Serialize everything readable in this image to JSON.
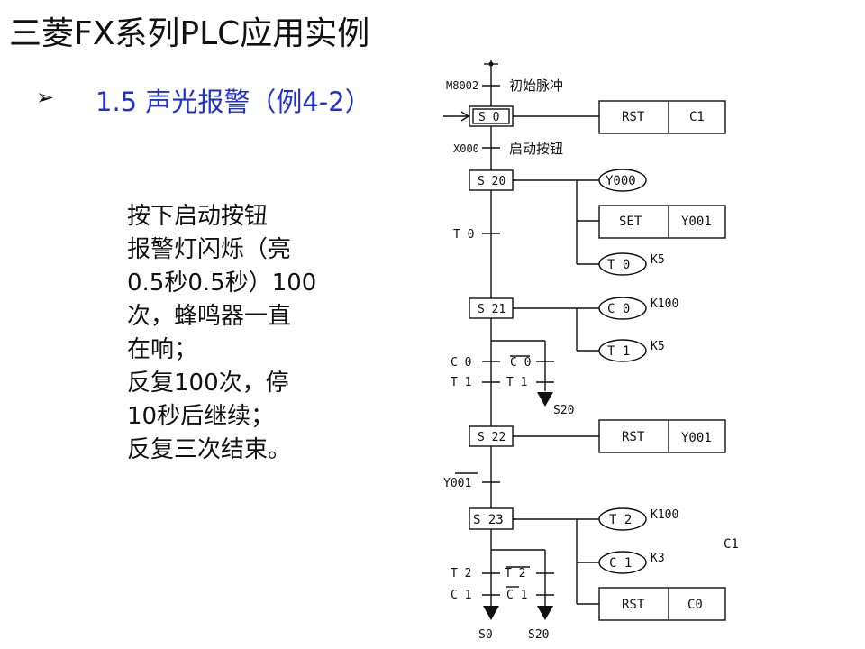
{
  "title": "三菱FX系列PLC应用实例",
  "heading": "1.5  声光报警（例4-2）",
  "bullet_icon": "arrow-bullet",
  "description": [
    "  按下启动按钮",
    "报警灯闪烁（亮",
    "0.5秒0.5秒）100",
    "次，蜂鸣器一直",
    "在响；",
    " 反复100次，停",
    "10秒后继续；",
    " 反复三次结束。"
  ],
  "diagram": {
    "m8002": "M8002",
    "m8002_note": "初始脉冲",
    "x000": "X000",
    "x000_note": "启动按钮",
    "s0": "S 0",
    "s20": "S 20",
    "s21": "S 21",
    "s22": "S 22",
    "s23": "S 23",
    "rst": "RST",
    "set": "SET",
    "c1": "C1",
    "y000": "Y000",
    "y001": "Y001",
    "t0": "T 0",
    "t1": "T 1",
    "t2": "T 2",
    "c0": "C 0",
    "c1_coil": "C 1",
    "k5": "K5",
    "k100": "K100",
    "k3": "K3",
    "t0_trans": "T  0",
    "c0_left": "C  0",
    "c0_right": "C 0",
    "t1_left": "T  1",
    "t1_right": "T  1",
    "s20_target": "S20",
    "y001_trans": "Y001",
    "t2_left": "T 2",
    "t2_right": "T 2",
    "c1_left": "C 1",
    "c1_right": "C 1",
    "s0_target": "S0",
    "c1_side": "C1",
    "c0_reset": "C0"
  }
}
